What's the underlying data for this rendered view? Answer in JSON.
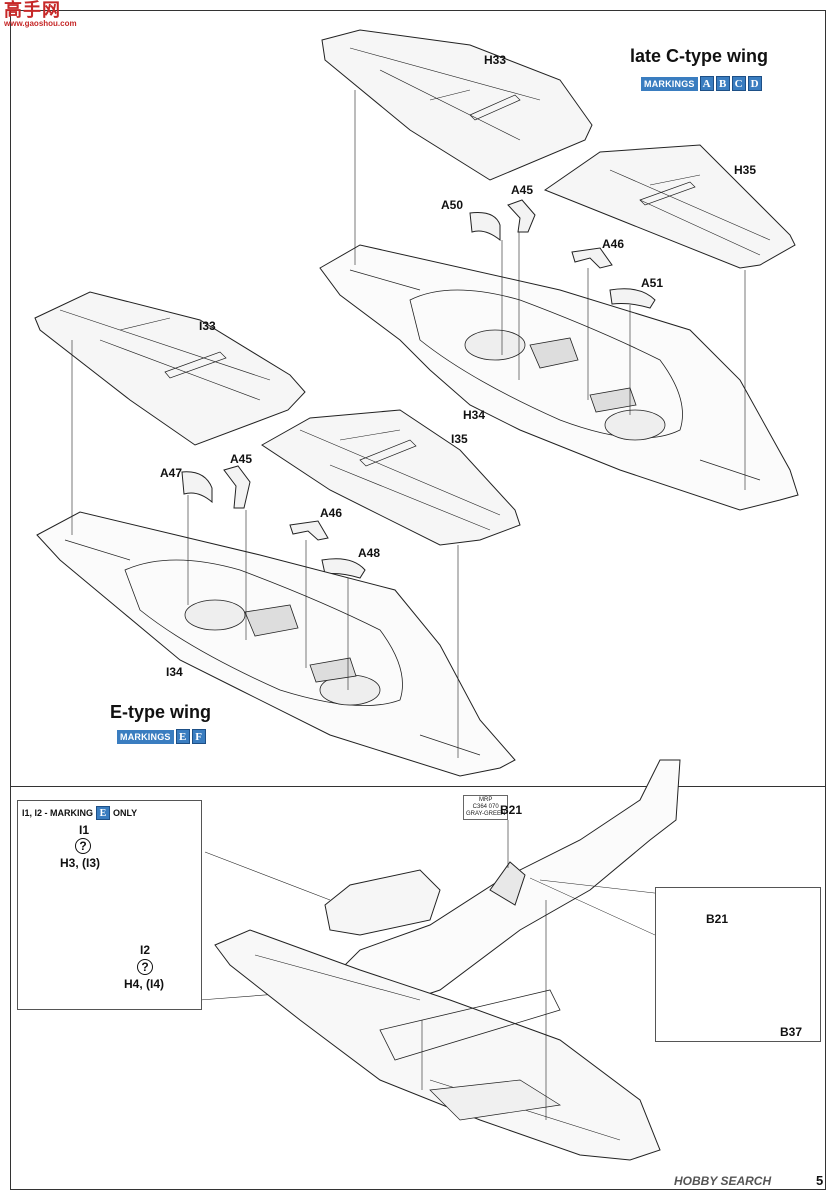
{
  "watermark": {
    "brand_cn": "高手网",
    "brand_url": "www.gaoshou.com"
  },
  "top_section": {
    "title": "late C-type wing",
    "markings_word": "MARKINGS",
    "markings_letters": [
      "A",
      "B",
      "C",
      "D"
    ],
    "parts": [
      "H33",
      "H35",
      "A50",
      "A45",
      "A46",
      "A51",
      "H34"
    ]
  },
  "middle_section": {
    "title": "E-type wing",
    "markings_word": "MARKINGS",
    "markings_letters": [
      "E",
      "F"
    ],
    "parts": [
      "I33",
      "I35",
      "A47",
      "A45",
      "A46",
      "A48",
      "I34"
    ]
  },
  "inset": {
    "header_prefix": "I1, I2 - MARKING",
    "header_letter": "E",
    "header_suffix": "ONLY",
    "i1": "I1",
    "i1_target": "H3, (I3)",
    "i2": "I2",
    "i2_target": "H4, (I4)",
    "question": "?"
  },
  "bottom_section": {
    "paint_tag": [
      "MRP",
      "C364",
      "070",
      "GRAY-GREEN"
    ],
    "b21": "B21"
  },
  "detail": {
    "b21": "B21",
    "b37": "B37"
  },
  "footer": {
    "hobby_search": "HOBBY SEARCH",
    "page_number": "5"
  }
}
